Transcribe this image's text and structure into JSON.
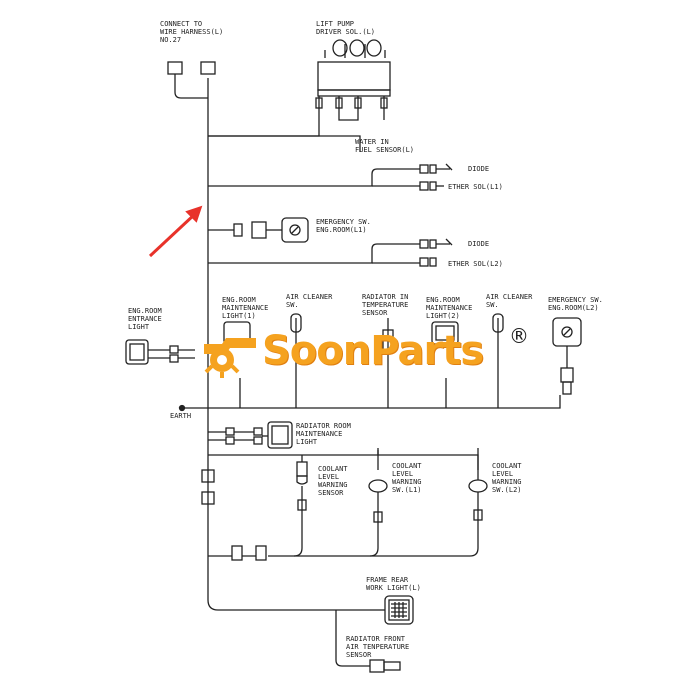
{
  "diagram": {
    "labels": {
      "harness": [
        "CONNECT TO",
        "WIRE HARNESS(L)",
        "NO.27"
      ],
      "lift_pump": [
        "LIFT PUMP",
        "DRIVER SOL.(L)"
      ],
      "water_fuel": [
        "WATER IN",
        "FUEL SENSOR(L)"
      ],
      "diode1": "DIODE",
      "ether1": "ETHER SOL(L1)",
      "emerg1": [
        "EMERGENCY SW.",
        "ENG.ROOM(L1)"
      ],
      "diode2": "DIODE",
      "ether2": "ETHER SOL(L2)",
      "entrance": [
        "ENG.ROOM",
        "ENTRANCE",
        "LIGHT"
      ],
      "maint1": [
        "ENG.ROOM",
        "MAINTENANCE",
        "LIGHT(1)"
      ],
      "aircl1": [
        "AIR CLEANER",
        "SW."
      ],
      "radtemp": [
        "RADIATOR IN",
        "TEMPERATURE",
        "SENSOR"
      ],
      "maint2": [
        "ENG.ROOM",
        "MAINTENANCE",
        "LIGHT(2)"
      ],
      "aircl2": [
        "AIR CLEANER",
        "SW."
      ],
      "emerg2": [
        "EMERGENCY SW.",
        "ENG.ROOM(L2)"
      ],
      "earth": "EARTH",
      "radroom": [
        "RADIATOR ROOM",
        "MAINTENANCE",
        "LIGHT"
      ],
      "coolant_sensor": [
        "COOLANT",
        "LEVEL",
        "WARNING",
        "SENSOR"
      ],
      "coolant_l1": [
        "COOLANT",
        "LEVEL",
        "WARNING",
        "SW.(L1)"
      ],
      "coolant_l2": [
        "COOLANT",
        "LEVEL",
        "WARNING",
        "SW.(L2)"
      ],
      "frame_rear": [
        "FRAME REAR",
        "WORK LIGHT(L)"
      ],
      "rad_front": [
        "RADIATOR FRONT",
        "AIR TENPERATURE",
        "SENSOR"
      ]
    }
  },
  "watermark": {
    "brand": "SoonParts",
    "mark": "®",
    "color": "#f5a21f",
    "arrow_color": "#e8322a"
  }
}
